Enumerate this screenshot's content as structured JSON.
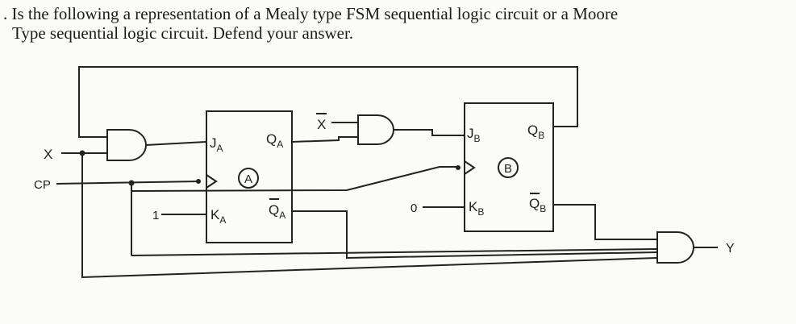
{
  "question": {
    "line1": ". Is the following a representation of a Mealy type FSM sequential logic circuit or a Moore",
    "line2": "Type sequential logic circuit.  Defend your answer."
  },
  "circuit": {
    "inputs": {
      "x": "X",
      "cp": "CP",
      "one": "1",
      "zero": "0",
      "xbar": "X"
    },
    "output": "Y",
    "ff_a": {
      "name": "A",
      "j": "J",
      "k": "K",
      "q": "Q",
      "qbar": "Q",
      "sub": "A"
    },
    "ff_b": {
      "name": "B",
      "j": "J",
      "k": "K",
      "q": "Q",
      "qbar": "Q",
      "sub": "B"
    }
  }
}
